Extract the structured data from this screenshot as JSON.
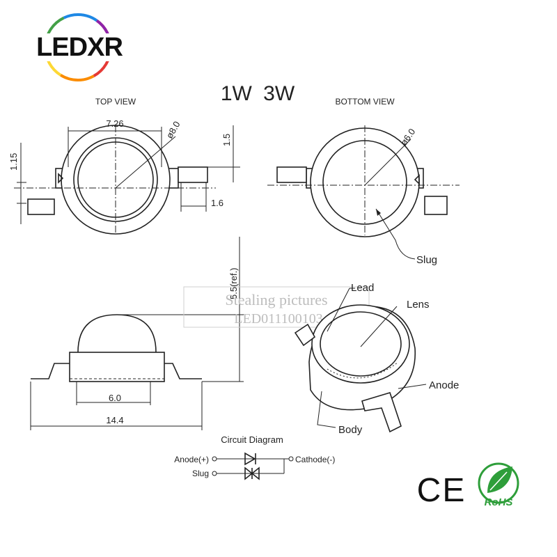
{
  "logo": {
    "text": "LEDXR"
  },
  "title": "1W 3W",
  "top_view": {
    "label": "TOP VIEW",
    "dim_width": "7.26",
    "dim_diameter": "ø8.0",
    "dim_lead_offset": "1.5",
    "dim_lead_left": "1.15",
    "dim_lead_length": "1.6"
  },
  "bottom_view": {
    "label": "BOTTOM VIEW",
    "dim_diameter": "ø6.0",
    "slug_label": "Slug"
  },
  "side_view": {
    "dim_height": "5.5(ref.)",
    "dim_inner": "6.0",
    "dim_total": "14.4"
  },
  "watermark": {
    "line1": "Stealing pictures",
    "line2": "LED011100103"
  },
  "perspective": {
    "lead": "Lead",
    "lens": "Lens",
    "anode": "Anode",
    "body": "Body"
  },
  "circuit": {
    "title": "Circuit Diagram",
    "anode": "Anode(+)",
    "cathode": "Cathode(-)",
    "slug": "Slug"
  },
  "marks": {
    "ce": "CE",
    "rohs": "RoHS"
  },
  "colors": {
    "logo_ring": [
      "#e53935",
      "#fb8c00",
      "#fdd835",
      "#43a047",
      "#1e88e5",
      "#8e24aa"
    ],
    "rohs_green": "#2e9e3a"
  }
}
